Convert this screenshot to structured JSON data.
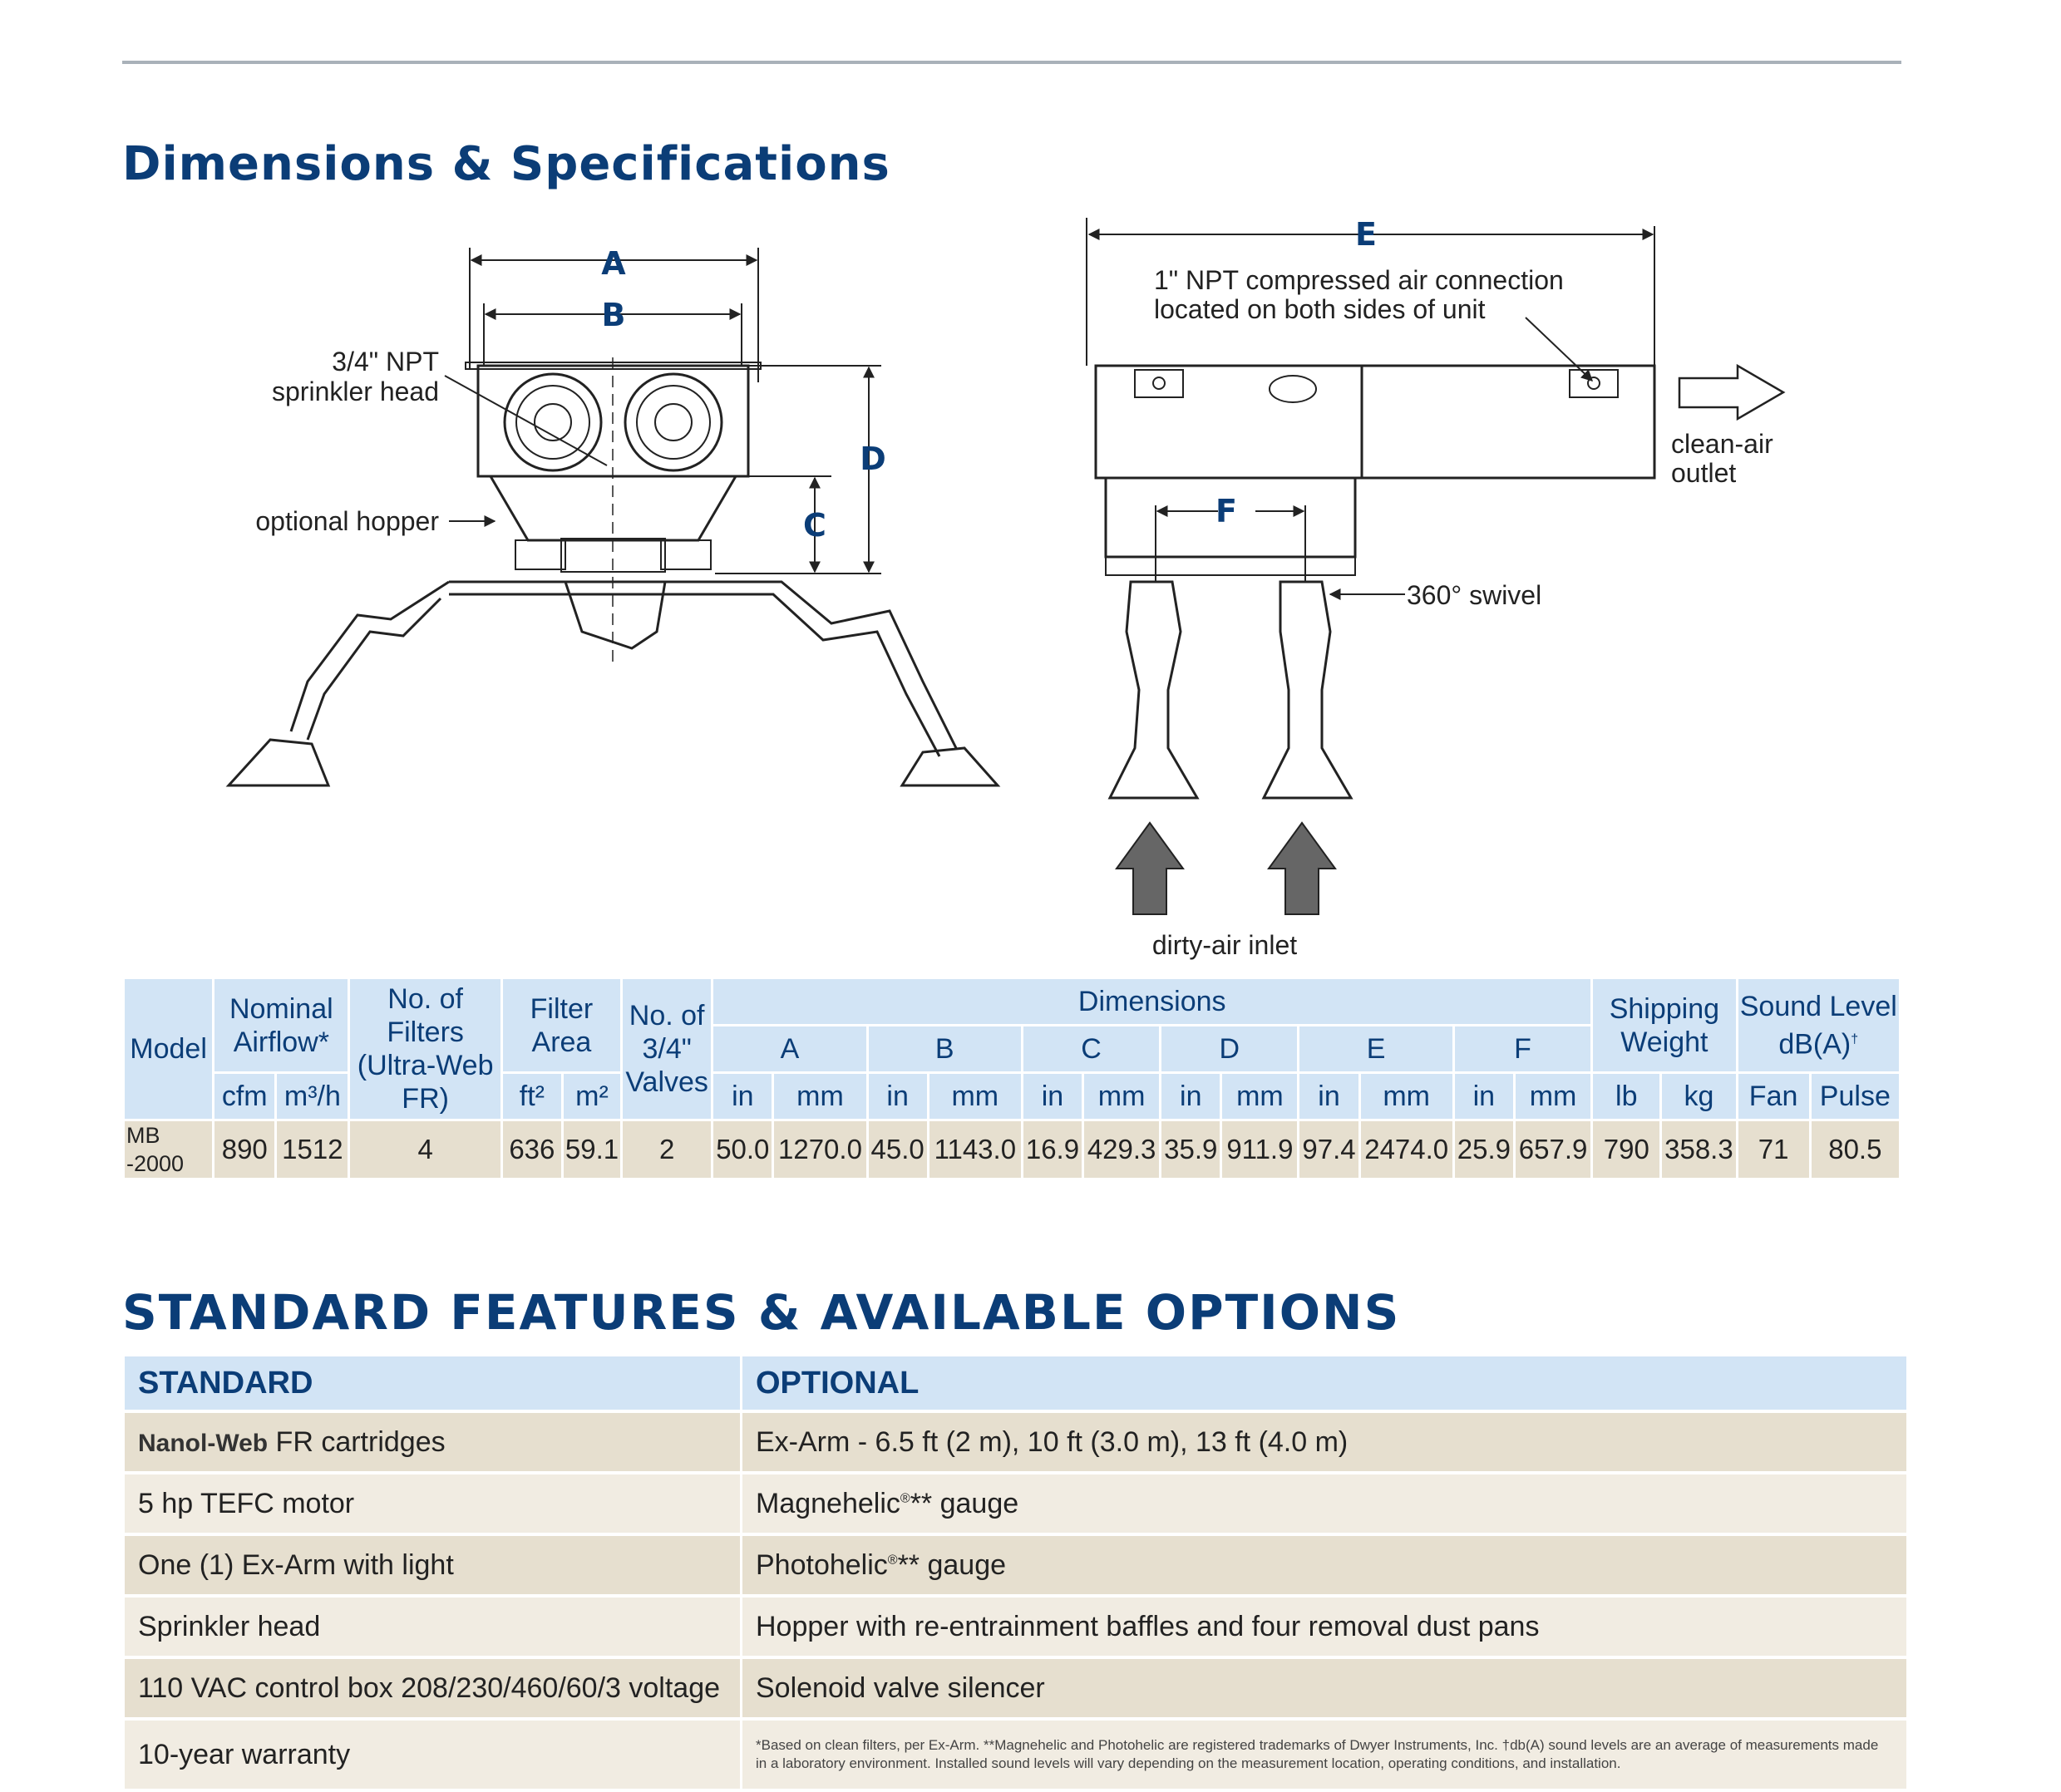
{
  "headings": {
    "dimensions": "Dimensions & Specifications",
    "features": "STANDARD FEATURES & AVAILABLE OPTIONS"
  },
  "diagram": {
    "dim_labels": {
      "a": "A",
      "b": "B",
      "c": "C",
      "d": "D",
      "e": "E",
      "f": "F"
    },
    "sprinkler_line1": "3/4\" NPT",
    "sprinkler_line2": "sprinkler head",
    "hopper": "optional hopper",
    "air_conn_line1": "1\" NPT compressed air connection",
    "air_conn_line2": "located on both sides of unit",
    "outlet_line1": "clean-air",
    "outlet_line2": "outlet",
    "swivel": "360° swivel",
    "inlet": "dirty-air inlet"
  },
  "spec_table": {
    "h_model": "Model",
    "h_airflow": "Nominal Airflow*",
    "h_filters": "No. of Filters (Ultra-Web FR)",
    "h_area": "Filter Area",
    "h_valves": "No. of 3/4\" Valves",
    "h_dimensions": "Dimensions",
    "h_weight": "Shipping Weight",
    "h_sound": "Sound Level dB(A)",
    "sound_mark": "†",
    "dim_letters": [
      "A",
      "B",
      "C",
      "D",
      "E",
      "F"
    ],
    "u_cfm": "cfm",
    "u_m3h": "m³/h",
    "u_ft2": "ft²",
    "u_m2": "m²",
    "u_in": "in",
    "u_mm": "mm",
    "u_lb": "lb",
    "u_kg": "kg",
    "u_fan": "Fan",
    "u_pulse": "Pulse",
    "row": {
      "model_line1": "MB",
      "model_line2": "-2000",
      "cfm": "890",
      "m3h": "1512",
      "filters": "4",
      "ft2": "636",
      "m2": "59.1",
      "valves": "2",
      "a_in": "50.0",
      "a_mm": "1270.0",
      "b_in": "45.0",
      "b_mm": "1143.0",
      "c_in": "16.9",
      "c_mm": "429.3",
      "d_in": "35.9",
      "d_mm": "911.9",
      "e_in": "97.4",
      "e_mm": "2474.0",
      "f_in": "25.9",
      "f_mm": "657.9",
      "lb": "790",
      "kg": "358.3",
      "fan": "71",
      "pulse": "80.5"
    }
  },
  "features": {
    "h_standard": "STANDARD",
    "h_optional": "OPTIONAL",
    "standard_first_brand": "Nanol-Web",
    "standard_first_rest": " FR cartridges",
    "standard": [
      "5 hp TEFC motor",
      "One (1) Ex-Arm with light",
      "Sprinkler head",
      "110 VAC control box 208/230/460/60/3 voltage",
      "10-year warranty"
    ],
    "optional": [
      "Ex-Arm - 6.5 ft (2 m), 10 ft (3.0 m), 13 ft (4.0 m)",
      "Solenoid valve silencer"
    ],
    "opt_magnehelic": "Magnehelic",
    "opt_photohelic": "Photohelic",
    "reg_mark": "®",
    "stars": "**",
    "gauge": " gauge",
    "opt_hopper": "Hopper with re-entrainment baffles and four removal dust pans",
    "footnote": "*Based on clean filters, per Ex-Arm. **Magnehelic and Photohelic are registered trademarks of Dwyer Instruments, Inc. †db(A) sound levels are an average of measurements made in a laboratory environment. Installed sound levels will vary depending on the measurement location, operating conditions, and installation."
  }
}
